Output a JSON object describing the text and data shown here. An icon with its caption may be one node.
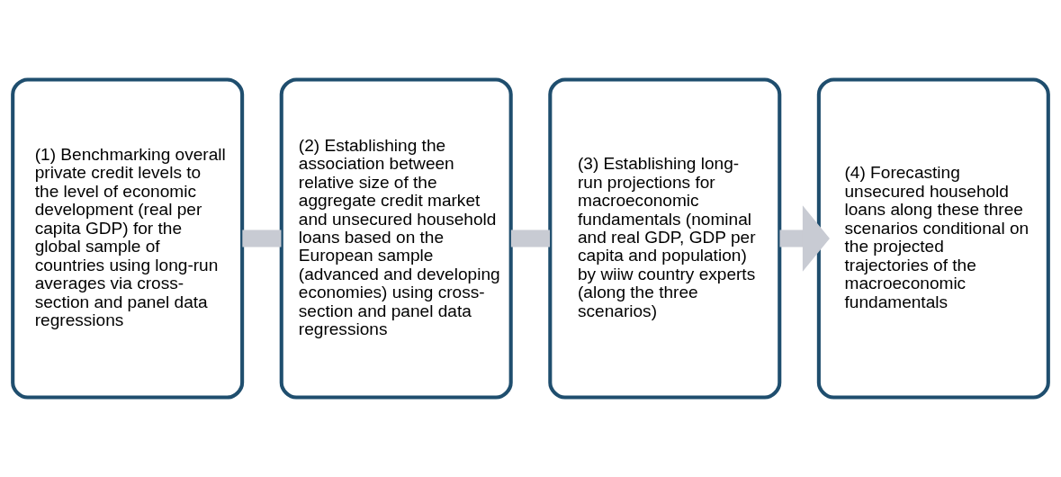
{
  "diagram": {
    "nodes": [
      {
        "text": [
          "(1) Benchmarking overall private credit levels to the level of economic development (real per capita GDP) for the global sample of countries using long-run averages via cross-section and panel data regressions"
        ]
      },
      {
        "text": [
          "(2) Establishing the association between relative size of the aggregate credit market and unsecured household loans based on the European sample (advanced and developing economies) using cross-section and panel data regressions"
        ]
      },
      {
        "text": [
          "(3) Establishing long-run projections for macroeconomic fundamentals (nominal and real GDP, GDP per capita and population) by wiiw country experts (along the three scenarios)"
        ]
      },
      {
        "text": [
          "(4) Forecasting unsecured household loans along these three scenarios conditional on the projected trajectories of the macroeconomic fundamentals"
        ]
      }
    ],
    "edges": [
      {
        "from": 0,
        "to": 1,
        "arrow": "none"
      },
      {
        "from": 1,
        "to": 2,
        "arrow": "none"
      },
      {
        "from": 2,
        "to": 3,
        "arrow": "to"
      }
    ]
  }
}
